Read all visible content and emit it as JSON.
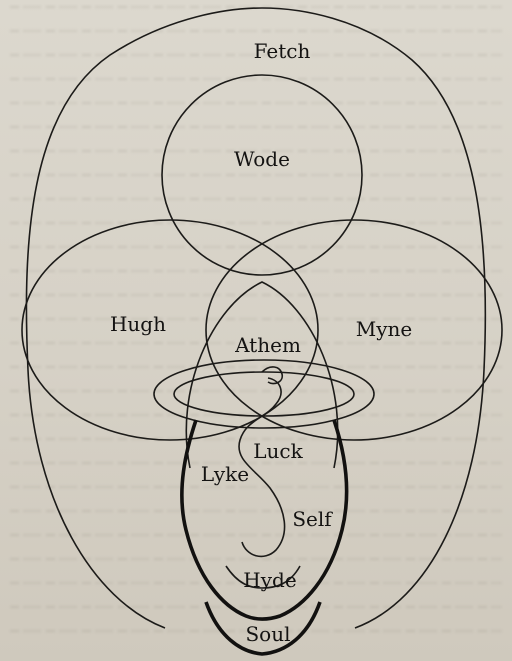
{
  "diagram": {
    "labels": {
      "fetch": "Fetch",
      "wode": "Wode",
      "hugh": "Hugh",
      "myne": "Myne",
      "athem": "Athem",
      "luck": "Luck",
      "lyke": "Lyke",
      "self": "Self",
      "hyde": "Hyde",
      "soul": "Soul"
    },
    "colors": {
      "line": "#1c1b19",
      "paper": "#d9d4ca"
    }
  }
}
